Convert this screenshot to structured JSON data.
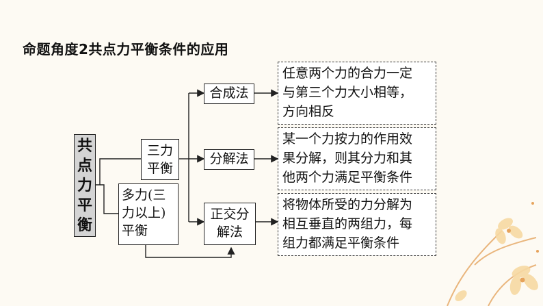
{
  "title": "命题角度2共点力平衡条件的应用",
  "main": {
    "chars": [
      "共",
      "点",
      "力",
      "平",
      "衡"
    ]
  },
  "branches": {
    "three_force": [
      "三力",
      "平衡"
    ],
    "multi_force": [
      "多力(三",
      "力以上)",
      "平衡"
    ]
  },
  "methods": {
    "synthesis": [
      "合成法"
    ],
    "decomposition": [
      "分解法"
    ],
    "orthogonal": [
      "正交分",
      "解法"
    ]
  },
  "descriptions": {
    "synthesis": [
      "任意两个力的合力一定",
      "与第三个力大小相等，",
      "方向相反"
    ],
    "decomposition": [
      "某一个力按力的作用效",
      "果分解，则其分力和其",
      "他两个力满足平衡条件"
    ],
    "orthogonal": [
      "将物体所受的力分解为",
      "相互垂直的两组力，每",
      "组力都满足平衡条件"
    ]
  }
}
